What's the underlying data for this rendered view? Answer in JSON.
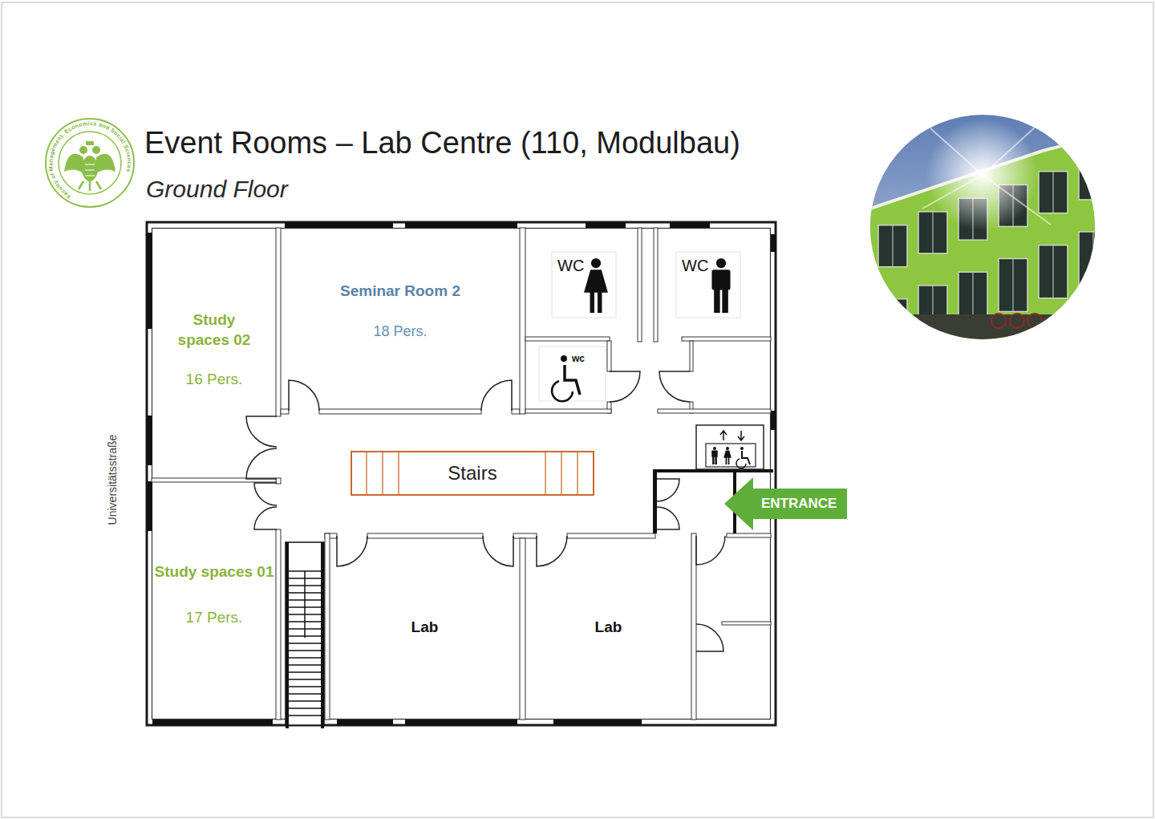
{
  "diagram": {
    "title": "Event Rooms – Lab Centre (110, Modulbau)",
    "nodes": [
      {
        "text": [
          "Study spaces 02",
          "16 Pers."
        ]
      },
      {
        "text": [
          "Seminar Room 2",
          "18 Pers."
        ]
      },
      {
        "text": [
          "WC"
        ]
      },
      {
        "text": [
          "WC"
        ]
      },
      {
        "text": [
          "wc"
        ]
      },
      {
        "text": [
          "Stairs"
        ]
      },
      {
        "text": [
          "ENTRANCE"
        ]
      },
      {
        "text": [
          "Study spaces 01",
          "17 Pers."
        ]
      },
      {
        "text": [
          "Lab"
        ]
      },
      {
        "text": [
          "Lab"
        ]
      }
    ],
    "labels": [
      "Ground Floor",
      "Universitätsstraße",
      "Faculty of Management, Economics and Social Sciences"
    ]
  }
}
